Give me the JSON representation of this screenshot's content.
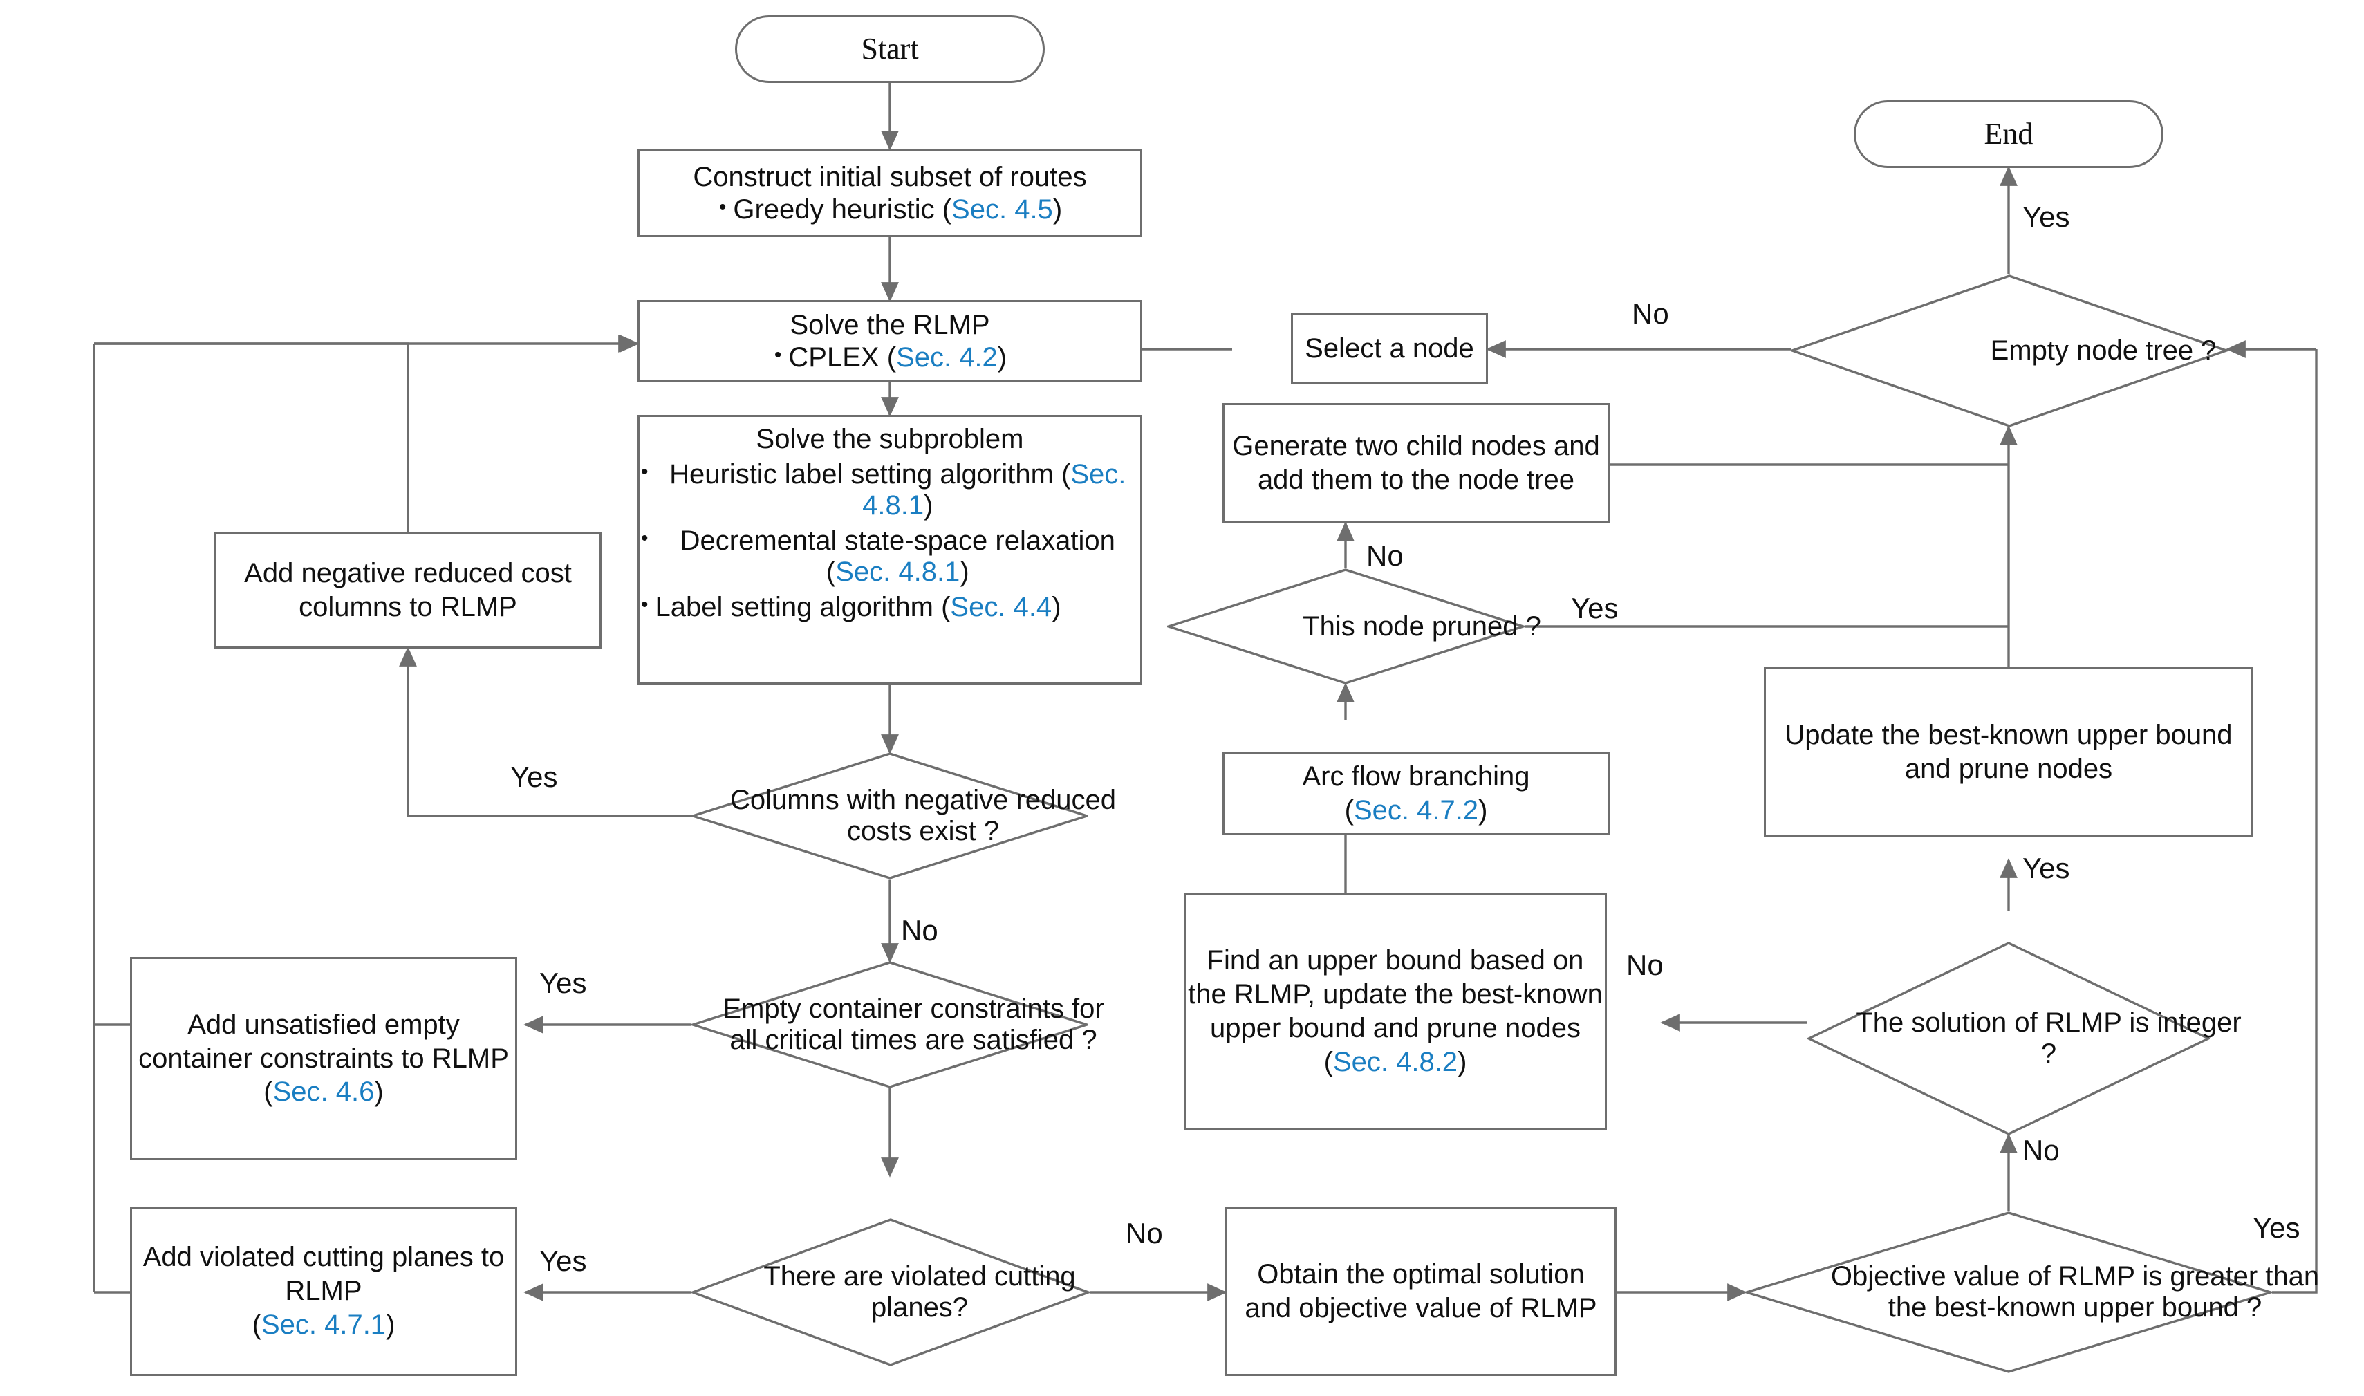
{
  "diagram": {
    "title": "Branch-and-price-and-cut algorithm flowchart",
    "accent_color": "#1a7ec2",
    "line_color": "#6e6e6e",
    "text_color": "#101010",
    "background": "#ffffff"
  },
  "nodes": {
    "start": {
      "label": "Start",
      "shape": "terminator"
    },
    "end": {
      "label": "End",
      "shape": "terminator"
    },
    "construct": {
      "shape": "process",
      "title": "Construct initial subset of routes",
      "bullets": [
        {
          "text": "Greedy heuristic (",
          "sec": "Sec. 4.5",
          "tail": ")"
        }
      ]
    },
    "solve_rlmp": {
      "shape": "process",
      "title": "Solve the RLMP",
      "bullets": [
        {
          "text": "CPLEX (",
          "sec": "Sec. 4.2",
          "tail": ")"
        }
      ]
    },
    "solve_subproblem": {
      "shape": "process",
      "title": "Solve the subproblem",
      "bullets": [
        {
          "text": "Heuristic label setting algorithm (",
          "sec": "Sec. 4.8.1",
          "tail": ")"
        },
        {
          "text": " Decremental state-space relaxation (",
          "sec": "Sec. 4.8.1",
          "tail": ")"
        },
        {
          "text": "Label setting algorithm (",
          "sec": "Sec. 4.4",
          "tail": ")"
        }
      ]
    },
    "add_columns": {
      "shape": "process",
      "title": "Add negative reduced cost columns to RLMP"
    },
    "add_empty_container": {
      "shape": "process",
      "title": "Add unsatisfied   empty container constraints to RLMP",
      "sec_line": {
        "open": "(",
        "sec": "Sec. 4.6",
        "close": ")"
      }
    },
    "add_cutting_planes": {
      "shape": "process",
      "title": "Add violated cutting planes  to RLMP",
      "sec_line": {
        "open": "(",
        "sec": "Sec. 4.7.1",
        "close": ")"
      }
    },
    "obtain_optimal": {
      "shape": "process",
      "title": "Obtain the optimal solution and objective value of RLMP"
    },
    "find_upper_bound": {
      "shape": "process",
      "title": "Find an upper bound based on the RLMP, update the best-known upper bound and prune nodes",
      "sec_line": {
        "open": "(",
        "sec": "Sec. 4.8.2",
        "close": ")"
      }
    },
    "arc_flow_branching": {
      "shape": "process",
      "title": "Arc flow branching",
      "sec_line": {
        "open": "(",
        "sec": "Sec. 4.7.2",
        "close": ")"
      }
    },
    "generate_children": {
      "shape": "process",
      "title": "Generate two child nodes and add them to the node tree"
    },
    "select_node": {
      "shape": "process",
      "title": "Select a node"
    },
    "update_best_known": {
      "shape": "process",
      "title": "Update the best-known upper bound and prune nodes"
    },
    "dec_columns": {
      "shape": "decision",
      "title": "Columns with negative reduced costs exist ?"
    },
    "dec_empty_container": {
      "shape": "decision",
      "title": "Empty container constraints for all critical times  are satisfied  ?"
    },
    "dec_cutting_planes": {
      "shape": "decision",
      "title": "There are violated  cutting planes?"
    },
    "dec_objective_value": {
      "shape": "decision",
      "title": "Objective value of RLMP is greater than the best-known upper bound ?"
    },
    "dec_integer": {
      "shape": "decision",
      "title": "The solution of RLMP is integer ?"
    },
    "dec_node_pruned": {
      "shape": "decision",
      "title": "This node pruned  ?"
    },
    "dec_empty_node_tree": {
      "shape": "decision",
      "title": "Empty node tree  ?"
    }
  },
  "edge_labels": {
    "columns_yes": "Yes",
    "columns_no": "No",
    "empty_container_yes": "Yes",
    "empty_container_no": "No",
    "cutting_planes_yes": "Yes",
    "cutting_planes_no": "No",
    "objective_yes": "Yes",
    "objective_no": "No",
    "integer_yes": "Yes",
    "integer_no": "No",
    "pruned_yes": "Yes",
    "pruned_no": "No",
    "node_tree_yes": "Yes",
    "node_tree_no": "No"
  }
}
